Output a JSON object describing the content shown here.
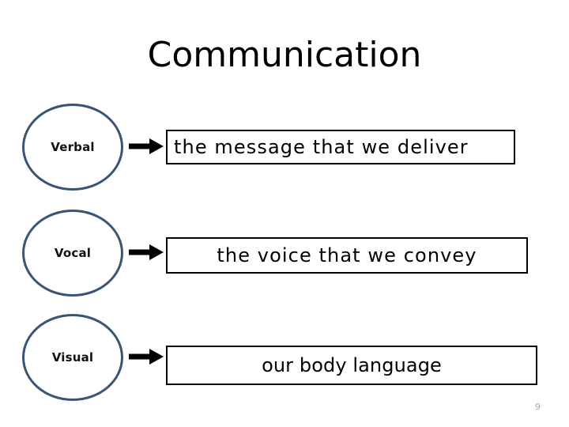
{
  "slide": {
    "title": "Communication",
    "page_number": "9",
    "background_color": "#ffffff",
    "circle_stroke_color": "#3a5573",
    "box_stroke_color": "#000000",
    "arrow_color": "#000000",
    "page_number_color": "#a6a6a6"
  },
  "rows": [
    {
      "circle_label": "Verbal",
      "arrow_icon": "right-arrow-icon",
      "box_text": "the message that we deliver"
    },
    {
      "circle_label": "Vocal",
      "arrow_icon": "right-arrow-icon",
      "box_text": "the voice that we convey"
    },
    {
      "circle_label": "Visual",
      "arrow_icon": "right-arrow-icon",
      "box_text": "our body language"
    }
  ]
}
